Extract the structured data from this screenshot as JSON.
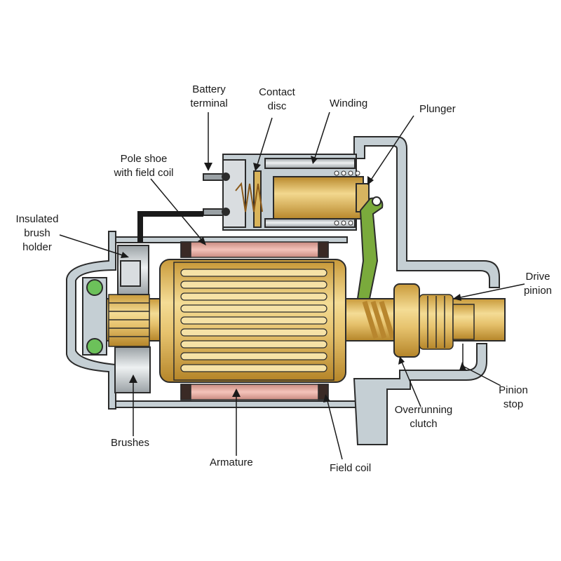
{
  "labels": {
    "battery_terminal": [
      "Battery",
      "terminal"
    ],
    "contact_disc": [
      "Contact",
      "disc"
    ],
    "winding": "Winding",
    "plunger": "Plunger",
    "pole_shoe": [
      "Pole shoe",
      "with field coil"
    ],
    "insulated_brush_holder": [
      "Insulated",
      "brush",
      "holder"
    ],
    "drive_pinion": [
      "Drive",
      "pinion"
    ],
    "pinion_stop": [
      "Pinion",
      "stop"
    ],
    "overrunning_clutch": [
      "Overrunning",
      "clutch"
    ],
    "brushes": "Brushes",
    "armature": "Armature",
    "field_coil": "Field coil"
  },
  "colors": {
    "housing": "#c5cfd4",
    "armature": "#e8c97a",
    "field_coil": "#e3a59a",
    "plunger_lever": "#7aaa3c",
    "bearing": "#6cc15a",
    "outline": "#2b2b2b"
  }
}
